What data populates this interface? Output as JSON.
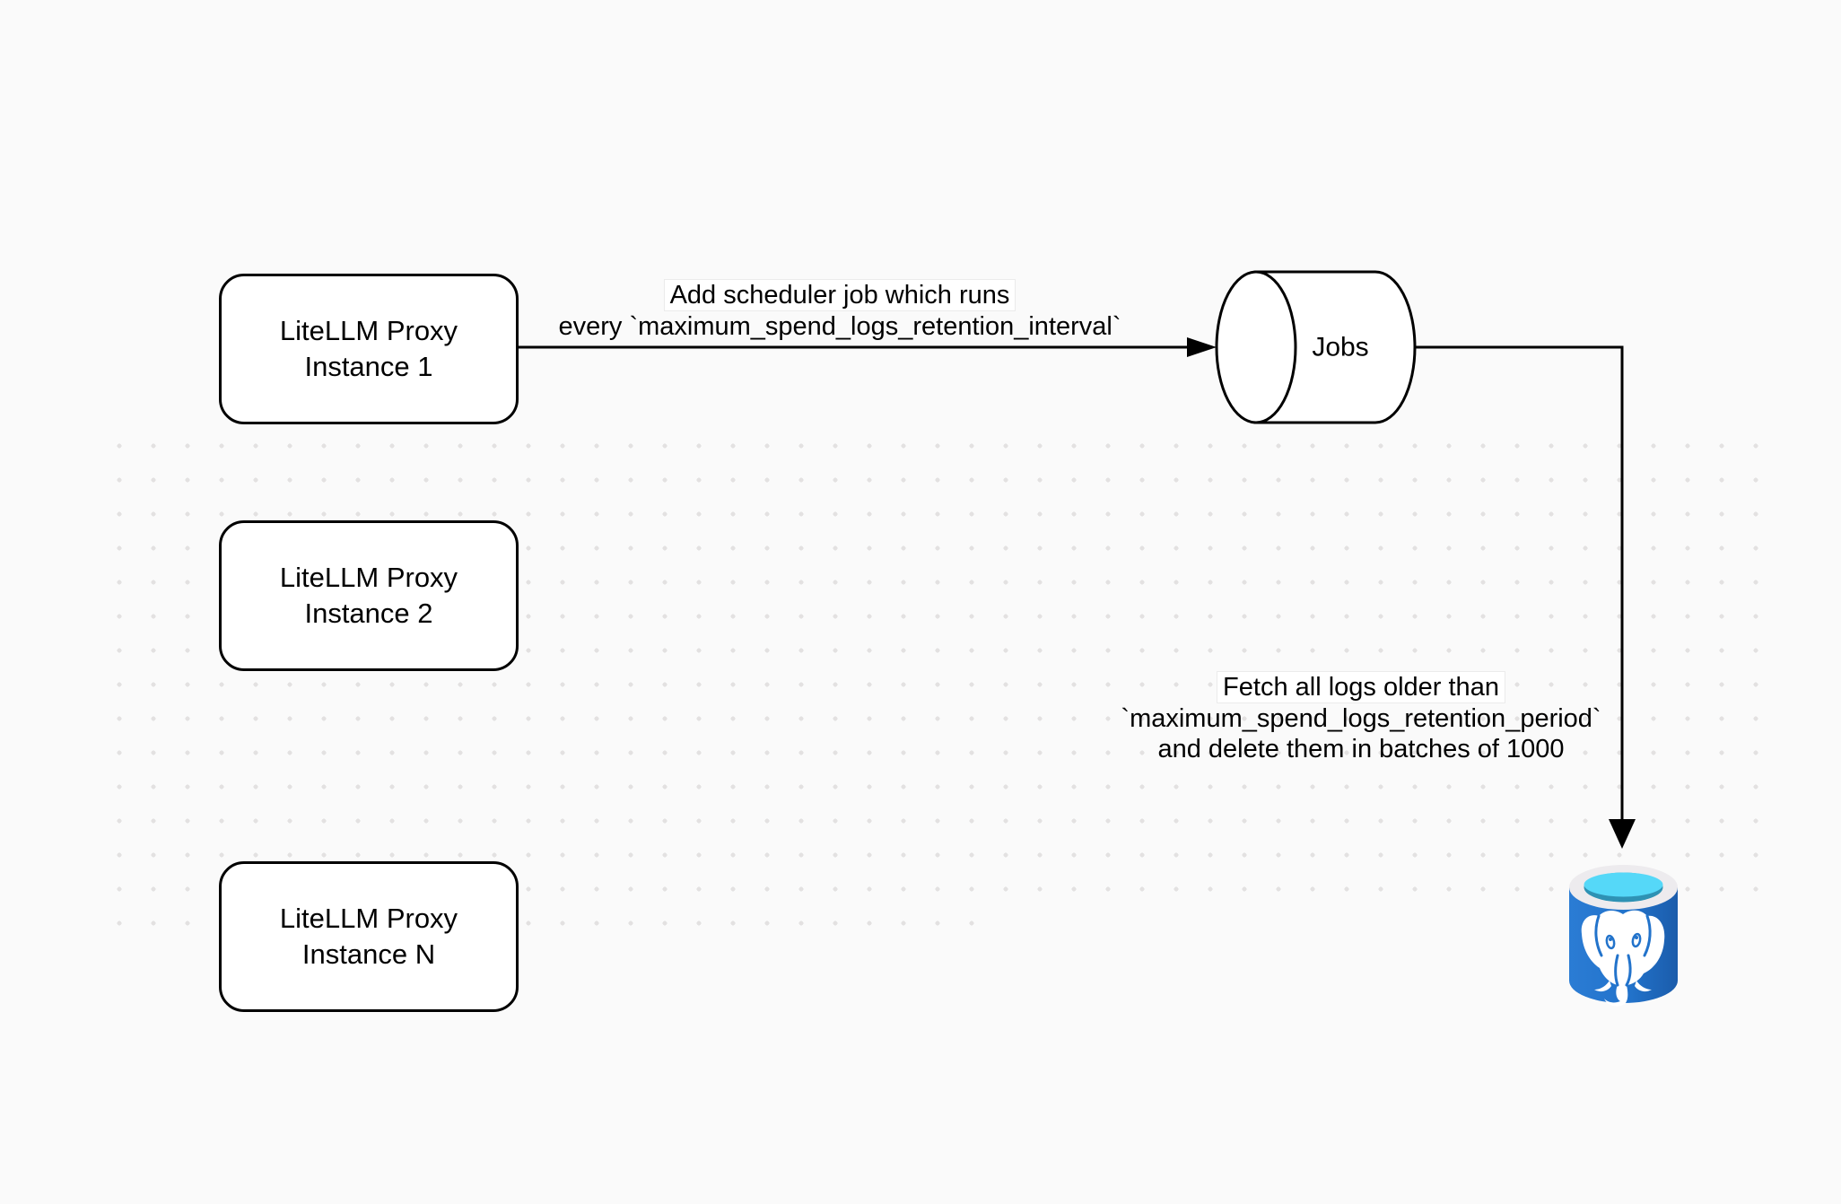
{
  "background": {
    "color": "#fafafa",
    "dot_color": "#e3e1e1"
  },
  "nodes": {
    "instance1": {
      "line1": "LiteLLM Proxy",
      "line2": "Instance 1"
    },
    "instance2": {
      "line1": "LiteLLM Proxy",
      "line2": "Instance 2"
    },
    "instanceN": {
      "line1": "LiteLLM Proxy",
      "line2": "Instance N"
    },
    "jobs": {
      "label": "Jobs"
    },
    "postgres": {
      "icon": "postgresql-database-icon"
    }
  },
  "edges": {
    "scheduler": {
      "line1": "Add scheduler job which runs",
      "line2": "every `maximum_spend_logs_retention_interval`"
    },
    "fetch": {
      "line1": "Fetch all logs older than",
      "line2": "`maximum_spend_logs_retention_period`",
      "line3": "and delete them in batches of 1000"
    }
  },
  "colors": {
    "stroke": "#000000",
    "postgres_body_blue": "#2273cb",
    "postgres_body_blue_dark": "#1b5cab",
    "postgres_rim": "#edebee",
    "postgres_inner_cyan": "#55d8f8",
    "postgres_inner_teal": "#2e92b4"
  }
}
